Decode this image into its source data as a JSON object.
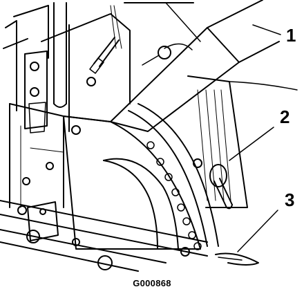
{
  "callouts": {
    "one": "1",
    "two": "2",
    "three": "3"
  },
  "figure_code": "G000868",
  "colors": {
    "ink": "#000000",
    "paper": "#ffffff"
  }
}
